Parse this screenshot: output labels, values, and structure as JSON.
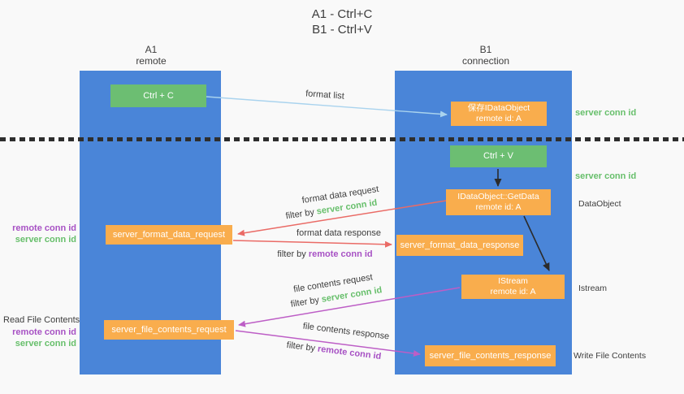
{
  "colors": {
    "background": "#f9f9f9",
    "lane-blue": "#4a85d8",
    "node-green": "#6cbe72",
    "node-orange": "#f9ad4d",
    "arrow-lightblue": "#a9d3ee",
    "arrow-red": "#ea6b66",
    "arrow-magenta": "#bd5ec6",
    "arrow-black": "#2b2b2b",
    "text-green": "#67bf6b",
    "text-purple": "#a751c4",
    "text-dark": "#3d3d3d"
  },
  "title": {
    "line1": "A1 - Ctrl+C",
    "line2": "B1 - Ctrl+V"
  },
  "lanes": {
    "a1": {
      "name": "A1",
      "subtitle": "remote"
    },
    "b1": {
      "name": "B1",
      "subtitle": "connection"
    }
  },
  "nodes": {
    "ctrl_c": {
      "label": "Ctrl + C"
    },
    "ctrl_v": {
      "label": "Ctrl + V"
    },
    "save_dataobject": {
      "line1": "保存IDataObject",
      "line2": "remote id: A"
    },
    "getdata": {
      "line1": "IDataObject::GetData",
      "line2": "remote id: A"
    },
    "istream": {
      "line1": "IStream",
      "line2": "remote id: A"
    },
    "format_request": {
      "label": "server_format_data_request"
    },
    "format_response": {
      "label": "server_format_data_response"
    },
    "file_request": {
      "label": "server_file_contents_request"
    },
    "file_response": {
      "label": "server_file_contents_response"
    }
  },
  "flow_labels": {
    "format_list": "format list",
    "format_data_request": "format data request",
    "format_data_response": "format data response",
    "file_contents_request": "file contents request",
    "file_contents_response": "file contents response",
    "filter_by": "filter by",
    "server_conn_id": "server conn id",
    "remote_conn_id": "remote conn id"
  },
  "side_labels": {
    "server_conn_id_top": "server conn id",
    "server_conn_id_mid": "server conn id",
    "dataobject": "DataObject",
    "istream": "Istream",
    "write_file_contents": "Write File Contents",
    "read_file_contents": "Read File Contents",
    "remote_conn_id_format": "remote conn id",
    "server_conn_id_format": "server conn id",
    "remote_conn_id_file": "remote conn id",
    "server_conn_id_file": "server conn id"
  }
}
